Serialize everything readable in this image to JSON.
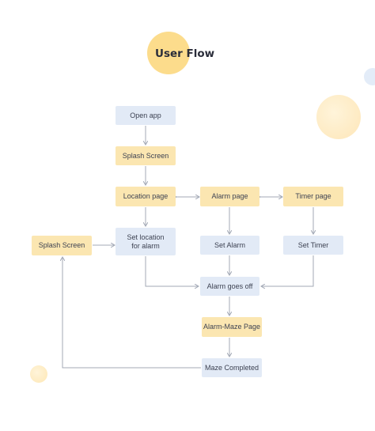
{
  "title": "User Flow",
  "nodes": {
    "open_app": "Open app",
    "splash_screen_top": "Splash Screen",
    "location_page": "Location page",
    "alarm_page": "Alarm page",
    "timer_page": "Timer page",
    "splash_screen_left": "Splash Screen",
    "set_location": "Set location\nfor alarm",
    "set_alarm": "Set Alarm",
    "set_timer": "Set Timer",
    "alarm_goes_off": "Alarm goes off",
    "alarm_maze_page": "Alarm-Maze Page",
    "maze_completed": "Maze Completed"
  },
  "colors": {
    "primary_node": "#e2eaf6",
    "highlight_node": "#fbe6b1",
    "arrow": "#a3a9b6",
    "accent_circle": "#fcdc8c"
  }
}
